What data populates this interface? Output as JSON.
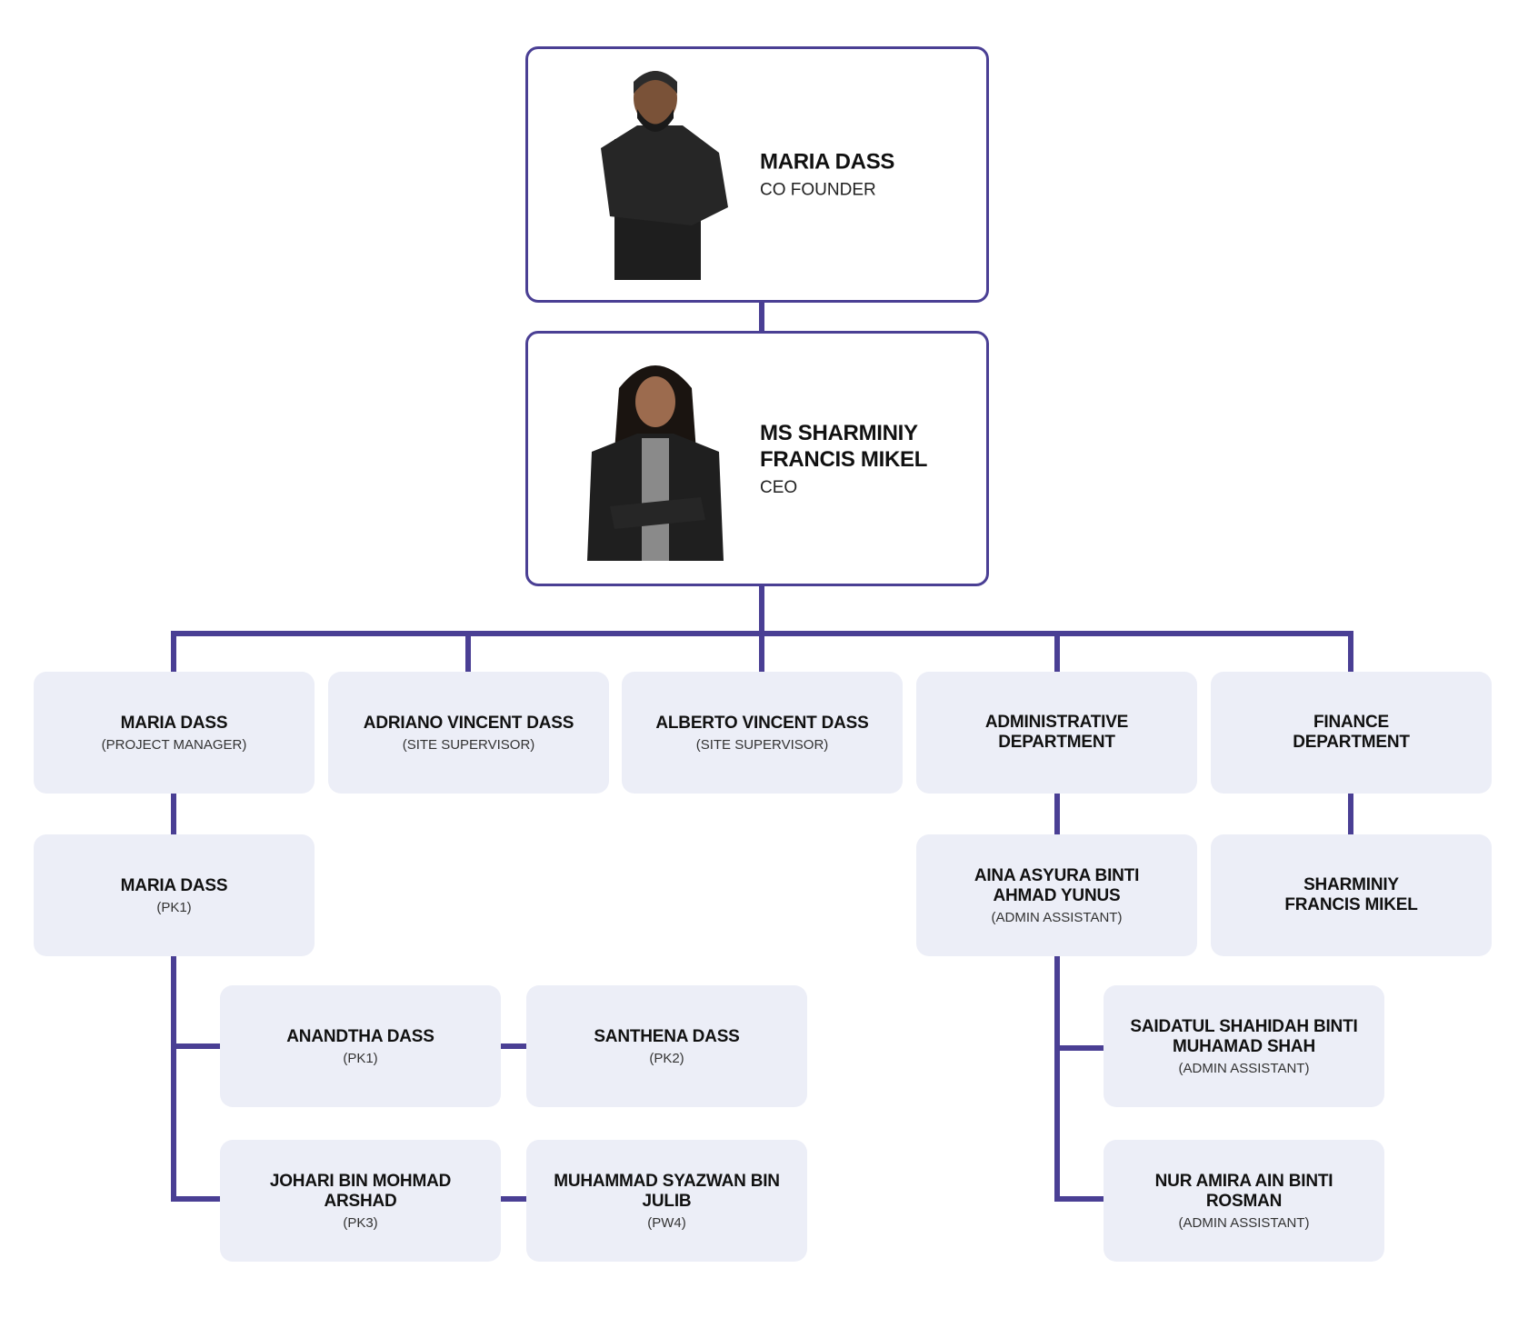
{
  "colors": {
    "line": "#4a3f94",
    "card": "#eceef7"
  },
  "top": [
    {
      "name": "MARIA DASS",
      "role": "CO FOUNDER"
    },
    {
      "name": "MS SHARMINIY FRANCIS MIKEL",
      "role": "CEO"
    }
  ],
  "row1": [
    {
      "name": "MARIA DASS",
      "role": "(PROJECT MANAGER)"
    },
    {
      "name": "ADRIANO VINCENT DASS",
      "role": "(SITE SUPERVISOR)"
    },
    {
      "name": "ALBERTO VINCENT DASS",
      "role": "(SITE SUPERVISOR)"
    },
    {
      "name": "ADMINISTRATIVE DEPARTMENT"
    },
    {
      "name": "FINANCE DEPARTMENT"
    }
  ],
  "row2": [
    {
      "name": "MARIA DASS",
      "role": "(PK1)"
    },
    {
      "name": "AINA ASYURA BINTI AHMAD YUNUS",
      "role": "(ADMIN ASSISTANT)"
    },
    {
      "name": "SHARMINIY FRANCIS MIKEL"
    }
  ],
  "pm_team": [
    {
      "name": "ANANDTHA DASS",
      "role": "(PK1)"
    },
    {
      "name": "SANTHENA DASS",
      "role": "(PK2)"
    },
    {
      "name": "JOHARI BIN MOHMAD ARSHAD",
      "role": "(PK3)"
    },
    {
      "name": "MUHAMMAD SYAZWAN BIN JULIB",
      "role": "(PW4)"
    }
  ],
  "admin_team": [
    {
      "name": "SAIDATUL SHAHIDAH BINTI MUHAMAD SHAH",
      "role": "(ADMIN ASSISTANT)"
    },
    {
      "name": "NUR AMIRA AIN BINTI ROSMAN",
      "role": "(ADMIN ASSISTANT)"
    }
  ]
}
